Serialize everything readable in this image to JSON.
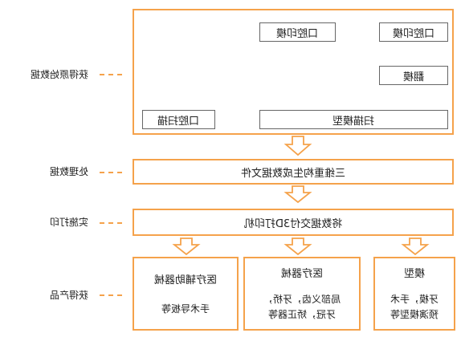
{
  "stages": [
    {
      "id": "acquire",
      "label": "获得原始数据"
    },
    {
      "id": "process",
      "label": "处理数据"
    },
    {
      "id": "print",
      "label": "实施打印"
    },
    {
      "id": "product",
      "label": "获得产品"
    }
  ],
  "acquire": {
    "oral_impression_1": "口腔印模",
    "oral_impression_2": "口腔印模",
    "flip_mold": "翻模",
    "intraoral_scan": "口腔扫描",
    "scan_model": "扫描模型"
  },
  "process": {
    "main": "三维重构生成数据文件"
  },
  "print": {
    "main": "将数据交付3D打印机"
  },
  "products": [
    {
      "title": "医疗辅助器械",
      "body": [
        "手术导板等"
      ]
    },
    {
      "title": "医疗器械",
      "body": [
        "局部义齿，牙桥，",
        "牙冠，矫正器等"
      ]
    },
    {
      "title": "模型",
      "body": [
        "牙模，手术",
        "预演模型等"
      ]
    }
  ]
}
